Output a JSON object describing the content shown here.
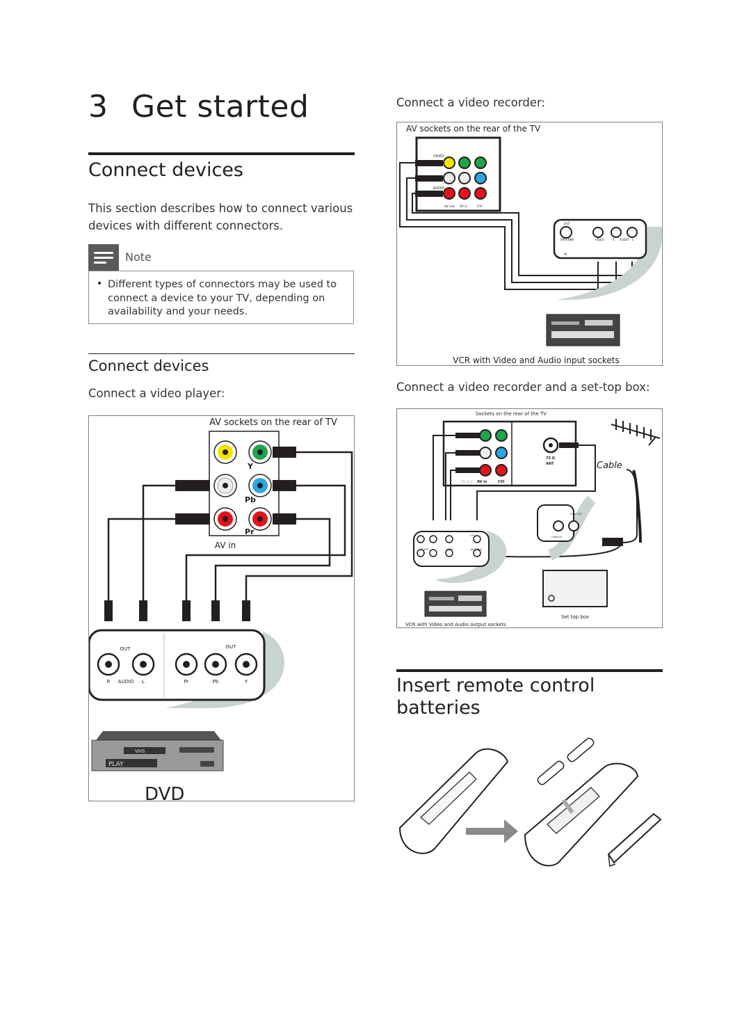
{
  "chapter": {
    "number": "3",
    "title": "Get started"
  },
  "section": {
    "title": "Connect devices",
    "intro": "This section describes how to connect various devices with different connectors."
  },
  "note": {
    "label": "Note",
    "items": [
      "Different types of connectors may be used to connect a device to your TV, depending on availability and your needs."
    ]
  },
  "subsection": {
    "title": "Connect devices"
  },
  "video_player": {
    "caption": "Connect a video player:",
    "figure_title": "AV sockets on the rear of TV",
    "labels": {
      "y": "Y",
      "pb": "Pb",
      "pr": "Pr",
      "av_in": "AV in",
      "out_left": "OUT",
      "out_right": "OUT",
      "r": "R",
      "audio": "AUDIO",
      "l": "L",
      "pr2": "Pr",
      "pb2": "Pb",
      "y2": "Y",
      "dvd": "DVD",
      "play": "PLAY",
      "vhs": "VHS"
    }
  },
  "video_recorder": {
    "caption": "Connect a video recorder:",
    "figure_title": "AV sockets on the rear of the TV",
    "footer": "VCR with Video and Audio input sockets",
    "labels": {
      "video": "VIDEO",
      "audio": "AUDIO",
      "av_out": "AV out",
      "av_in": "AV in",
      "cvi": "CVI",
      "out": "OUT",
      "antenna": "ANTENNA",
      "vcr_video": "VIDEO",
      "r": "R",
      "vcr_audio": "AUDIO",
      "l": "L",
      "in": "IN"
    }
  },
  "recorder_settop": {
    "caption": "Connect a video recorder and a set-top box:",
    "figure_title": "Sockets on the rear of the TV",
    "cable": "Cable",
    "settop": "Set top box",
    "vcr_caption": "VCR with Video and Audio output sockets",
    "labels": {
      "ohm": "75 Ω",
      "ant": "ANT",
      "av_in": "AV in",
      "cvi": "CVI",
      "av_out": "AV out",
      "cable_out": "Cable OUT",
      "cable_in": "Cable IN",
      "audio": "AUDIO",
      "video": "VIDEO",
      "antenna": "ANTENNA",
      "out": "OUT"
    }
  },
  "batteries": {
    "title_line1": "Insert remote control",
    "title_line2": "batteries"
  },
  "colors": {
    "yellow": "#f2e500",
    "green": "#1fa64a",
    "blue": "#2aa7e0",
    "red": "#e3121b",
    "swoosh": "#c9d3d1",
    "ink": "#231f20"
  }
}
